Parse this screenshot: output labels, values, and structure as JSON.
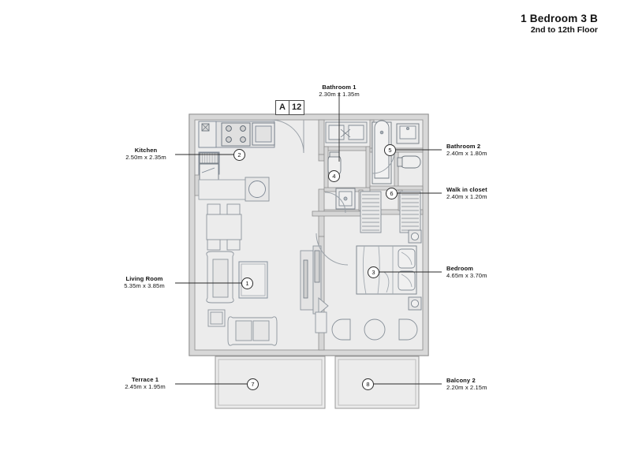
{
  "title": {
    "main": "1 Bedroom 3 B",
    "sub": "2nd to 12th Floor"
  },
  "unit_badge": {
    "block": "A",
    "number": "12"
  },
  "rooms": [
    {
      "id": "living-room",
      "marker": "1",
      "name": "Living Room",
      "dimensions": "5.35m x 3.85m"
    },
    {
      "id": "kitchen",
      "marker": "2",
      "name": "Kitchen",
      "dimensions": "2.50m x 2.35m"
    },
    {
      "id": "bedroom",
      "marker": "3",
      "name": "Bedroom",
      "dimensions": "4.65m x 3.70m"
    },
    {
      "id": "bathroom-1",
      "marker": "4",
      "name": "Bathroom 1",
      "dimensions": "2.30m x 1.35m"
    },
    {
      "id": "bathroom-2",
      "marker": "5",
      "name": "Bathroom 2",
      "dimensions": "2.40m x 1.80m"
    },
    {
      "id": "walk-in-closet",
      "marker": "6",
      "name": "Walk in closet",
      "dimensions": "2.40m x 1.20m"
    },
    {
      "id": "terrace-1",
      "marker": "7",
      "name": "Terrace 1",
      "dimensions": "2.45m x 1.95m"
    },
    {
      "id": "balcony-2",
      "marker": "8",
      "name": "Balcony 2",
      "dimensions": "2.20m x 2.15m"
    }
  ],
  "colors": {
    "background": "#ffffff",
    "floor_fill": "#ebebeb",
    "wall": "#d2d2d2",
    "wall_stroke": "#8c8c8c",
    "furniture_stroke": "#7d8794",
    "text": "#111111",
    "leader": "#2a2a2a"
  }
}
